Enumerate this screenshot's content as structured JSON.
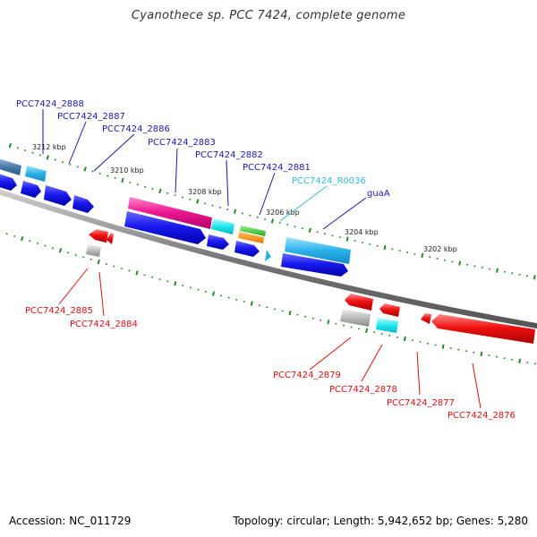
{
  "title": "Cyanothece sp. PCC 7424, complete genome",
  "footer": {
    "accession": "Accession: NC_011729",
    "summary": "Topology: circular; Length: 5,942,652 bp; Genes: 5,280"
  },
  "colors": {
    "plus_label": "#1a1aaa",
    "minus_label": "#dd1111",
    "rna_label": "#33bbdd",
    "tick": "#2a8a2a",
    "backbone": "#888888"
  },
  "ticks": [
    "3212 kbp",
    "3210 kbp",
    "3208 kbp",
    "3206 kbp",
    "3204 kbp",
    "3202 kbp"
  ],
  "plus_genes": [
    "PCC7424_2888",
    "PCC7424_2887",
    "PCC7424_2886",
    "PCC7424_2883",
    "PCC7424_2882",
    "PCC7424_2881",
    "PCC7424_R0036",
    "guaA"
  ],
  "minus_genes": [
    "PCC7424_2885",
    "PCC7424_2884",
    "PCC7424_2879",
    "PCC7424_2878",
    "PCC7424_2877",
    "PCC7424_2876"
  ]
}
